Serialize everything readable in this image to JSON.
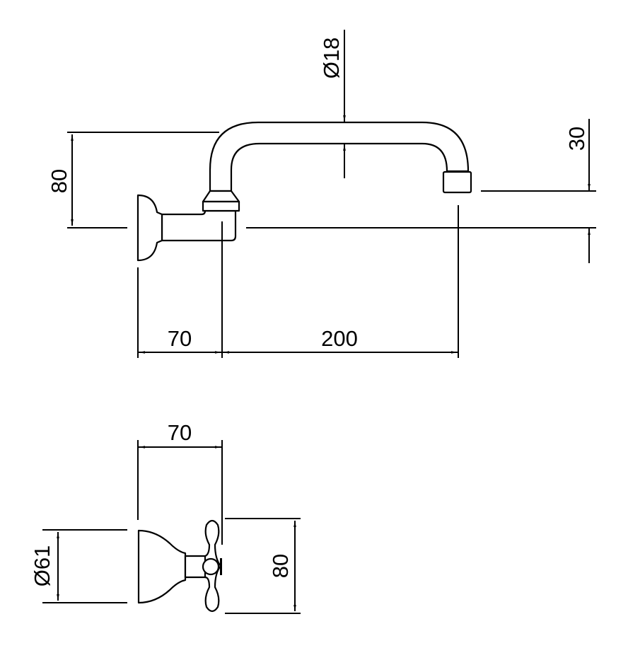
{
  "drawing": {
    "ink_color": "#000000",
    "background": "#ffffff",
    "side_view": {
      "spout_diameter": "Ø18",
      "spout_drop": "30",
      "height": "80",
      "wall_offset": "70",
      "reach": "200"
    },
    "valve_view": {
      "depth": "70",
      "flange_diameter": "Ø61",
      "handle_height": "80"
    }
  }
}
